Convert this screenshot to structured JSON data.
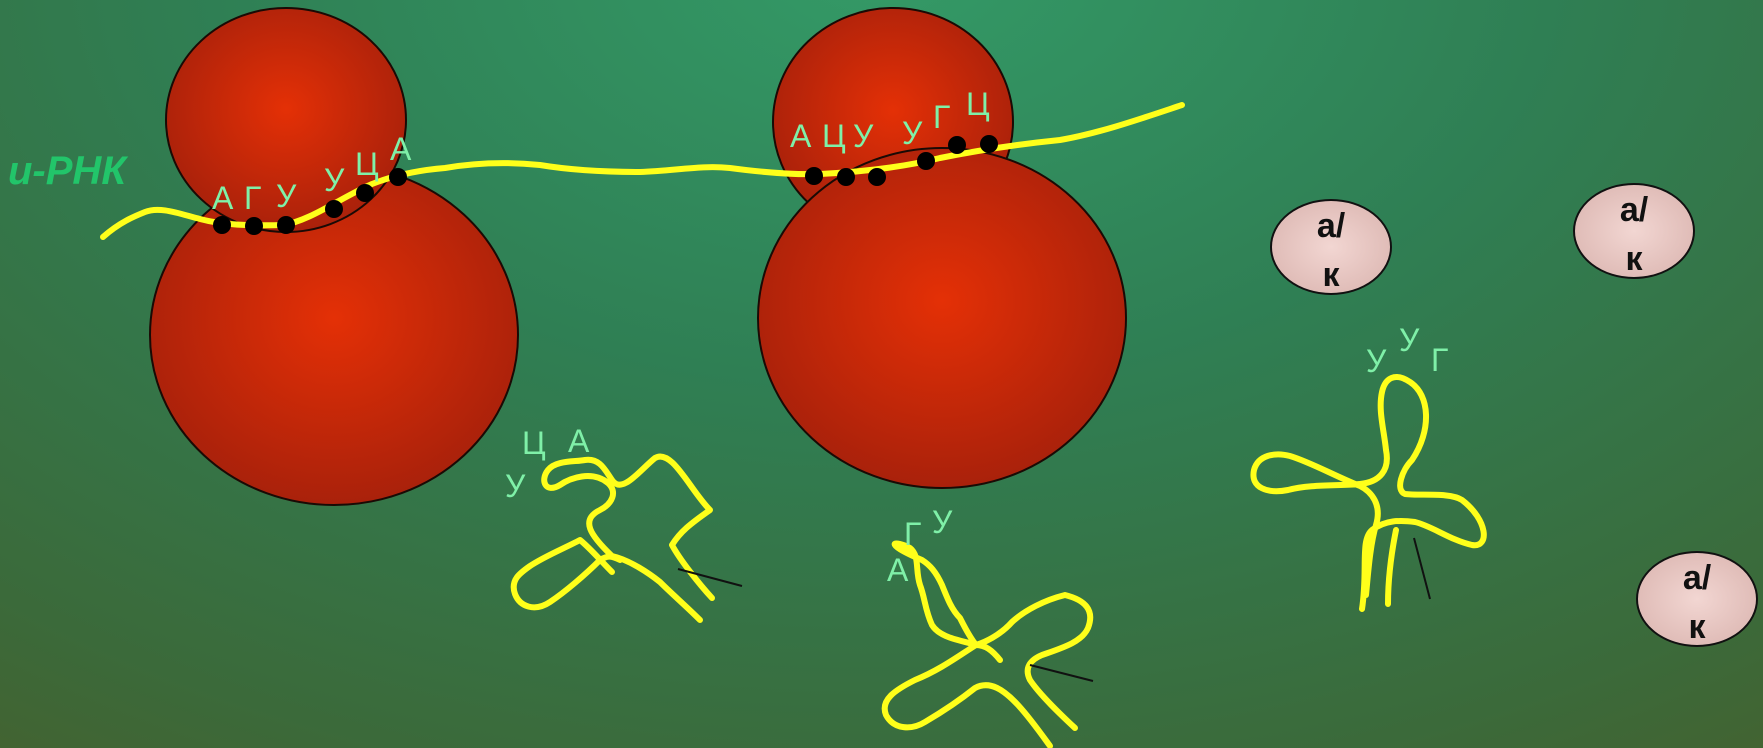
{
  "mrna_label": "и-РНК",
  "colors": {
    "ribosome": "#c42a0c",
    "strand": "#ffff1a",
    "base_text": "#7ff0a8",
    "mrna_label": "#22c56a",
    "amino_acid": "#e8c7c3"
  },
  "ribosome_1": {
    "codon_a": [
      "А",
      "Г",
      "У"
    ],
    "codon_b": [
      "У",
      "Ц",
      "А"
    ]
  },
  "ribosome_2": {
    "codon_a": [
      "А",
      "Ц",
      "У"
    ],
    "codon_b": [
      "У",
      "Г",
      "Ц"
    ]
  },
  "trnas": [
    {
      "anticodon": [
        "У",
        "Ц",
        "А"
      ]
    },
    {
      "anticodon": [
        "А",
        "Г",
        "У"
      ]
    },
    {
      "anticodon": [
        "У",
        "У",
        "Г"
      ]
    }
  ],
  "amino_acids": [
    {
      "line1": "а/",
      "line2": "к"
    },
    {
      "line1": "а/",
      "line2": "к"
    },
    {
      "line1": "а/",
      "line2": "к"
    }
  ]
}
